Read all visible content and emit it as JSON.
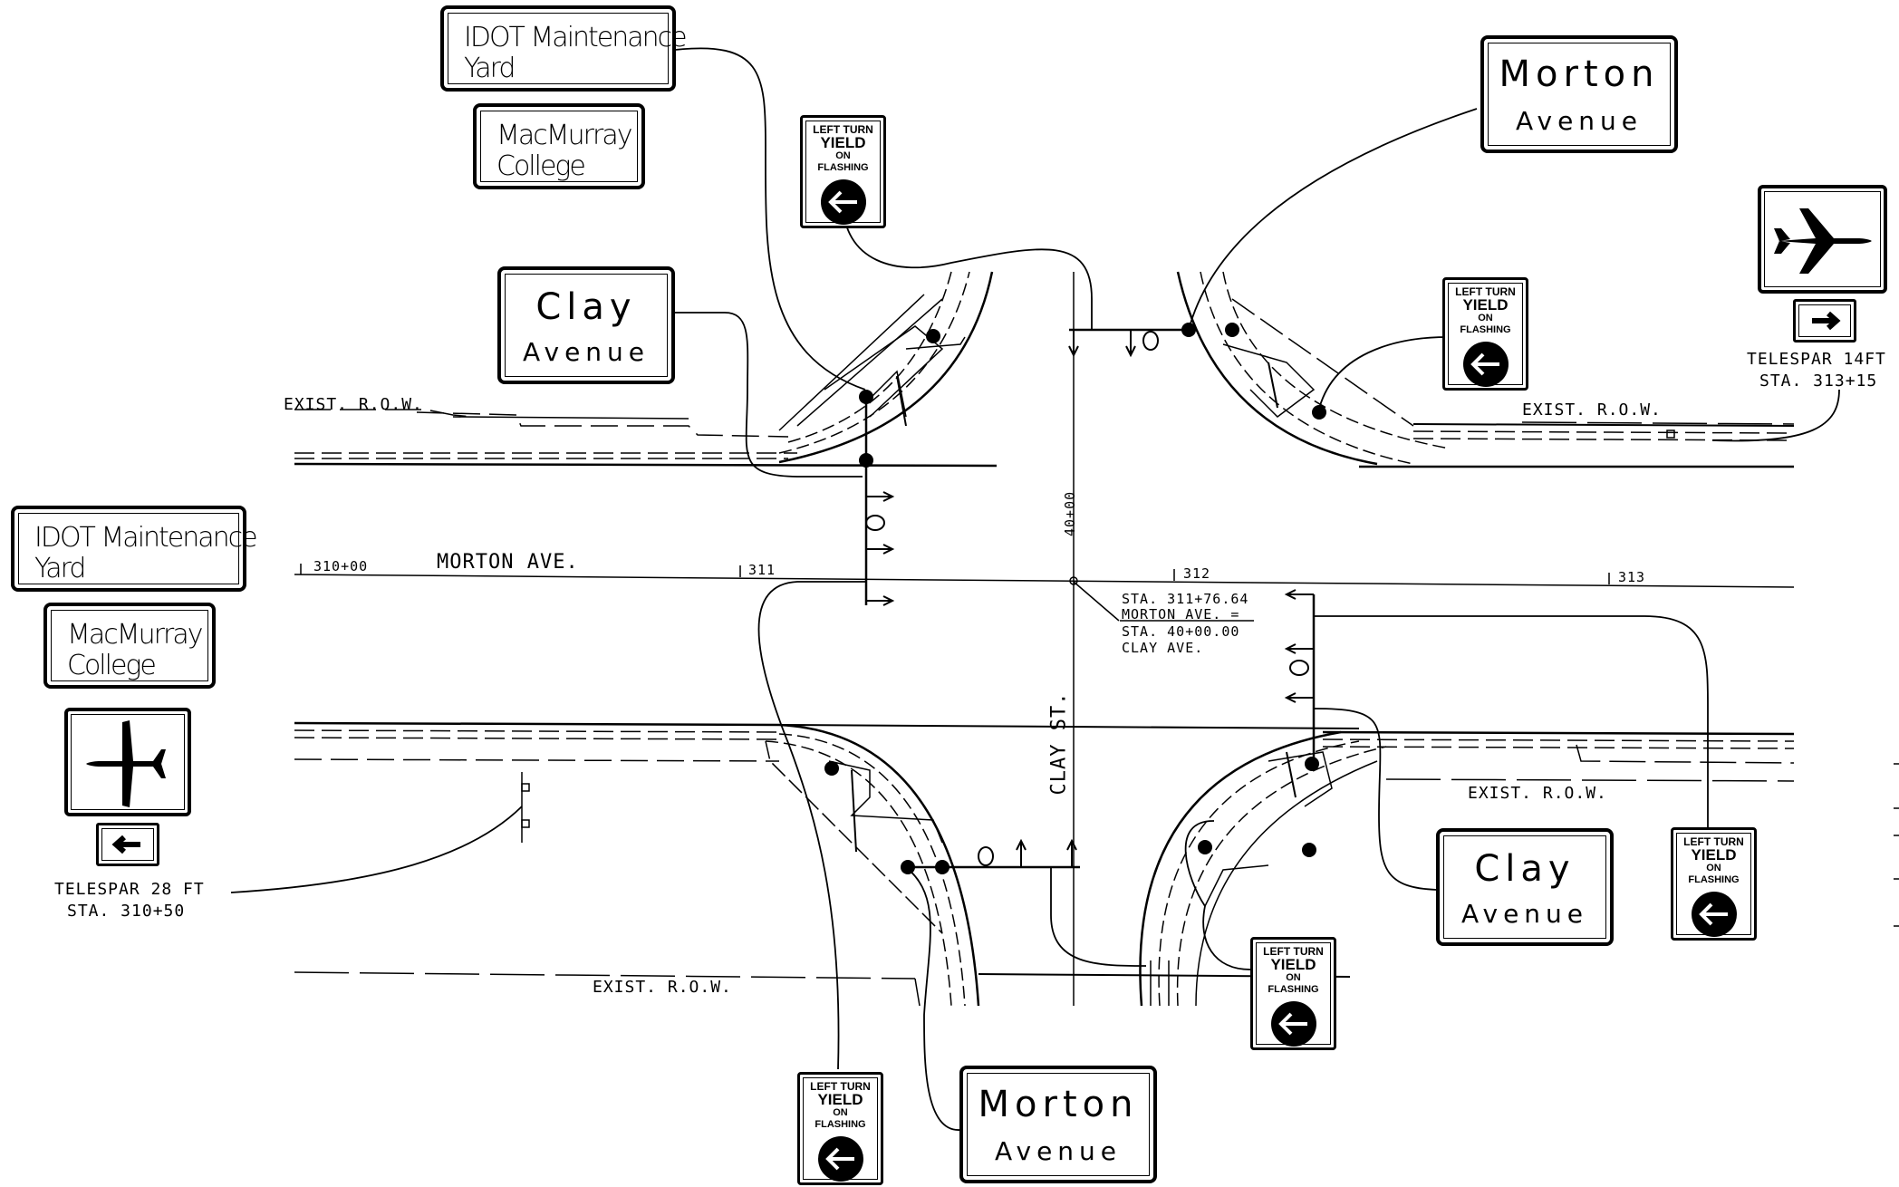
{
  "signs": {
    "idot_yard_top": {
      "line1": "IDOT Maintenance",
      "line2": "Yard"
    },
    "macmurray_top": {
      "line1": "MacMurray",
      "line2": "College"
    },
    "clay_top": {
      "line1": "Clay",
      "line2": "Avenue"
    },
    "morton_top": {
      "line1": "Morton",
      "line2": "Avenue"
    },
    "idot_yard_left": {
      "line1": "IDOT Maintenance",
      "line2": "Yard"
    },
    "macmurray_left": {
      "line1": "MacMurray",
      "line2": "College"
    },
    "clay_bottom": {
      "line1": "Clay",
      "line2": "Avenue"
    },
    "morton_bottom": {
      "line1": "Morton",
      "line2": "Avenue"
    },
    "left_turn_yield": {
      "line1": "LEFT TURN",
      "line2": "YIELD",
      "line3": "ON",
      "line4": "FLASHING"
    }
  },
  "annotations": {
    "telespar_right": "TELESPAR 14FT",
    "telespar_right_sta": "STA. 313+15",
    "telespar_left": "TELESPAR 28 FT",
    "telespar_left_sta": "STA. 310+50",
    "exist_row": "EXIST. R.O.W.",
    "morton_ave": "MORTON AVE.",
    "clay_st": "CLAY ST.",
    "station_310": "310+00",
    "station_311": "311",
    "station_312": "312",
    "station_313": "313",
    "station_40": "40+00",
    "sta_note_1": "STA. 311+76.64",
    "sta_note_2": "MORTON AVE. =",
    "sta_note_3": "STA. 40+00.00",
    "sta_note_4": "CLAY AVE."
  },
  "icons": {
    "airport": "airplane-icon",
    "arrow_right": "arrow-right-icon",
    "arrow_left": "arrow-left-icon",
    "signal_head": "signal-head-icon"
  },
  "colors": {
    "line": "#000000",
    "background": "#ffffff"
  }
}
